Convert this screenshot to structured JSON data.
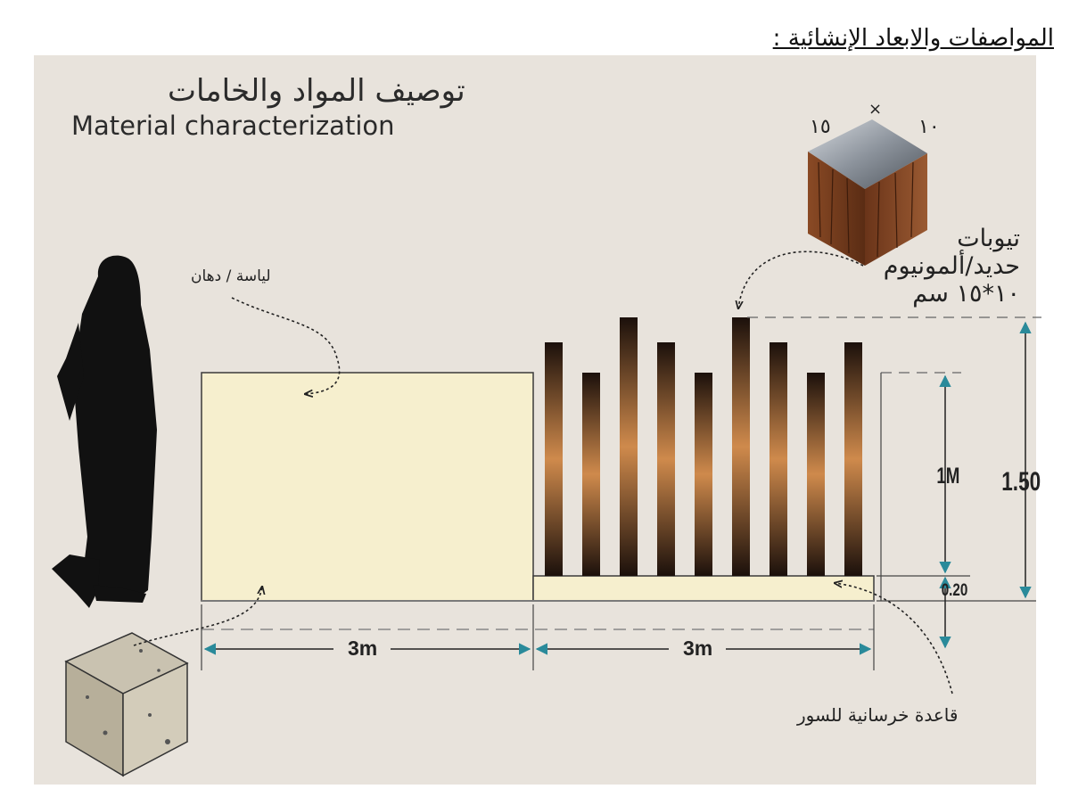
{
  "heading": "المواصفات والابعاد الإنشائية :",
  "diagram": {
    "title_ar": "توصيف المواد والخامات",
    "title_en": "Material characterization",
    "plaster_label": "لياسة / دهان",
    "tube_label_lines": [
      "تيوبات",
      "حديد/ألمونيوم",
      "١٠*١٥ سم"
    ],
    "cube_dim_a": "١٥",
    "cube_dim_b": "١٠",
    "cube_dim_x": "×",
    "height_bar": "1M",
    "height_total": "1.50",
    "base_height": "0.20",
    "width_left": "3m",
    "width_right": "3m",
    "base_label": "قاعدة خرسانية للسور",
    "colors": {
      "background": "#e8e3dc",
      "wall": "#f6efce",
      "bar_dark": "#1e110b",
      "bar_glow": "#d08a4a",
      "arrow": "#2a8a9a"
    }
  }
}
